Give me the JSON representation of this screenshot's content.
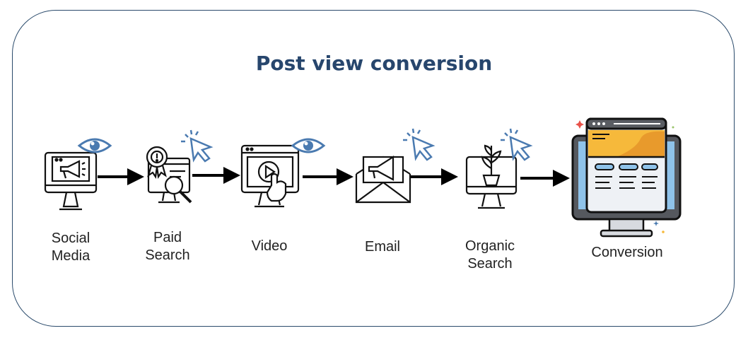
{
  "title": "Post view conversion",
  "steps": [
    {
      "lines": [
        "Social",
        "Media"
      ],
      "icon": "megaphone-monitor-icon",
      "indicator": "eye-icon"
    },
    {
      "lines": [
        "Paid",
        "Search"
      ],
      "icon": "search-ad-icon",
      "indicator": "cursor-click-icon"
    },
    {
      "lines": [
        "Video"
      ],
      "icon": "video-player-icon",
      "indicator": "eye-icon"
    },
    {
      "lines": [
        "Email"
      ],
      "icon": "email-megaphone-icon",
      "indicator": "cursor-click-icon"
    },
    {
      "lines": [
        "Organic",
        "Search"
      ],
      "icon": "plant-monitor-icon",
      "indicator": "cursor-click-icon"
    },
    {
      "lines": [
        "Conversion"
      ],
      "icon": "website-monitor-icon",
      "indicator": ""
    }
  ],
  "colors": {
    "border": "#2a4a6b",
    "title": "#27466d",
    "indicator": "#4a7ab0",
    "accent": "#f6b93b"
  }
}
